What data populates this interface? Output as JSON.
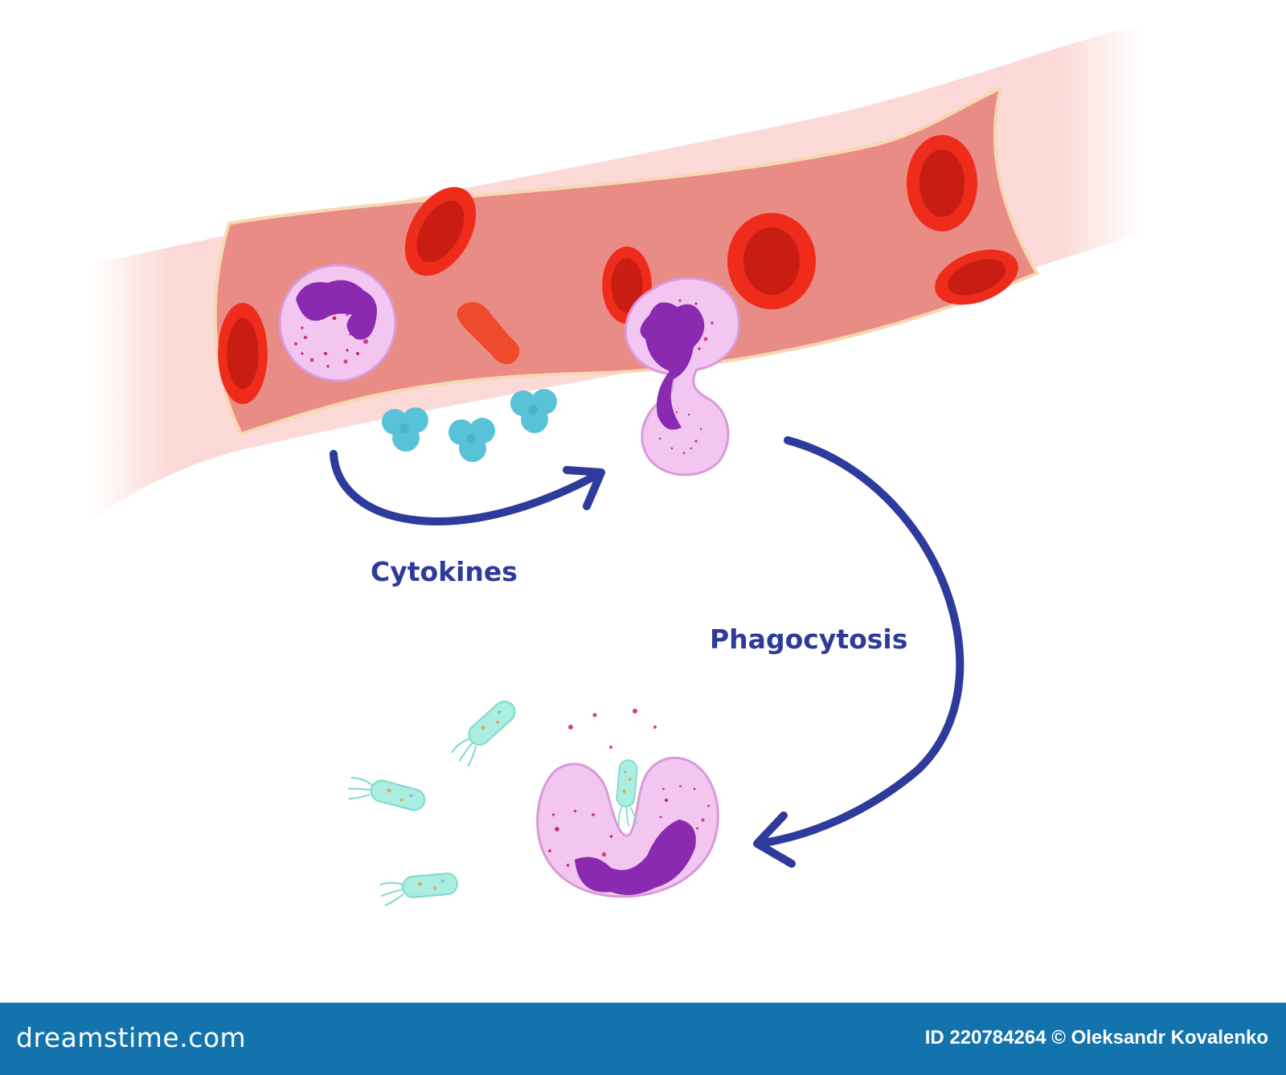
{
  "diagram": {
    "labels": {
      "cytokines": "Cytokines",
      "phagocytosis": "Phagocytosis"
    },
    "colors": {
      "vessel_outer": "#fbd9d6",
      "vessel_lumen": "#e98c86",
      "red_cell": "#ef2b1c",
      "red_cell_center": "#c91d14",
      "neutrophil_body": "#f2c6f0",
      "neutrophil_nucleus": "#8a2ab0",
      "cytokine": "#58c2d8",
      "bacterium": "#a9eee0",
      "arrow": "#2e3a9c"
    }
  },
  "footer": {
    "brand": "dreamstime.com",
    "credit": "ID 220784264 © Oleksandr Kovalenko"
  }
}
